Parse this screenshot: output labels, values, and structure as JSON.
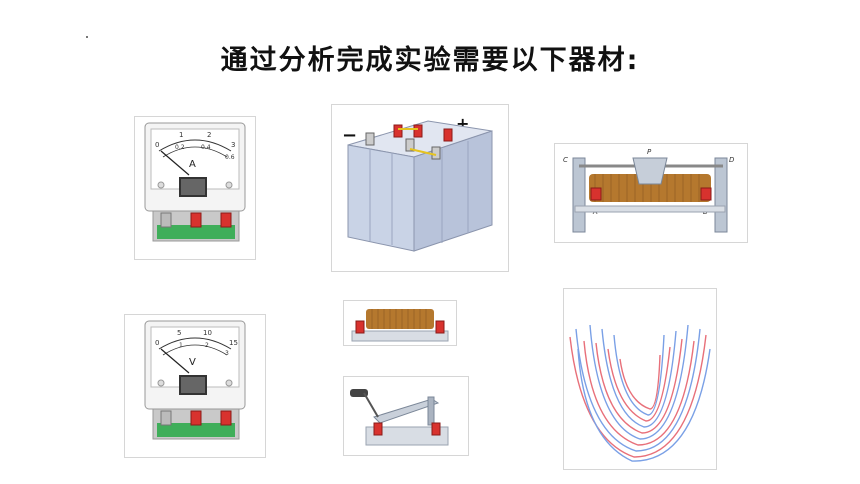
{
  "slide": {
    "title": "通过分析完成实验需要以下器材:"
  },
  "ammeter": {
    "unit": "A",
    "top_scale": [
      "0",
      "1",
      "2",
      "3"
    ],
    "bottom_scale": [
      "0",
      "0.2",
      "0.4",
      "0.6"
    ],
    "sub_labels": [
      "0.2",
      "0.4"
    ]
  },
  "voltmeter": {
    "unit": "V",
    "top_scale": [
      "0",
      "5",
      "10",
      "15"
    ],
    "bottom_scale": [
      "0",
      "1",
      "2",
      "3"
    ]
  },
  "battery": {
    "minus": "−",
    "plus": "+"
  },
  "rheostat": {
    "labels": [
      "C",
      "P",
      "D",
      "A",
      "B"
    ]
  },
  "colors": {
    "meter_green": "#3fae5a",
    "terminal_red": "#d8322e",
    "coil_brown": "#b5782e",
    "battery_blue": "#c9d3e6",
    "wire_red": "#e8707a",
    "wire_blue": "#7aa0e6"
  }
}
